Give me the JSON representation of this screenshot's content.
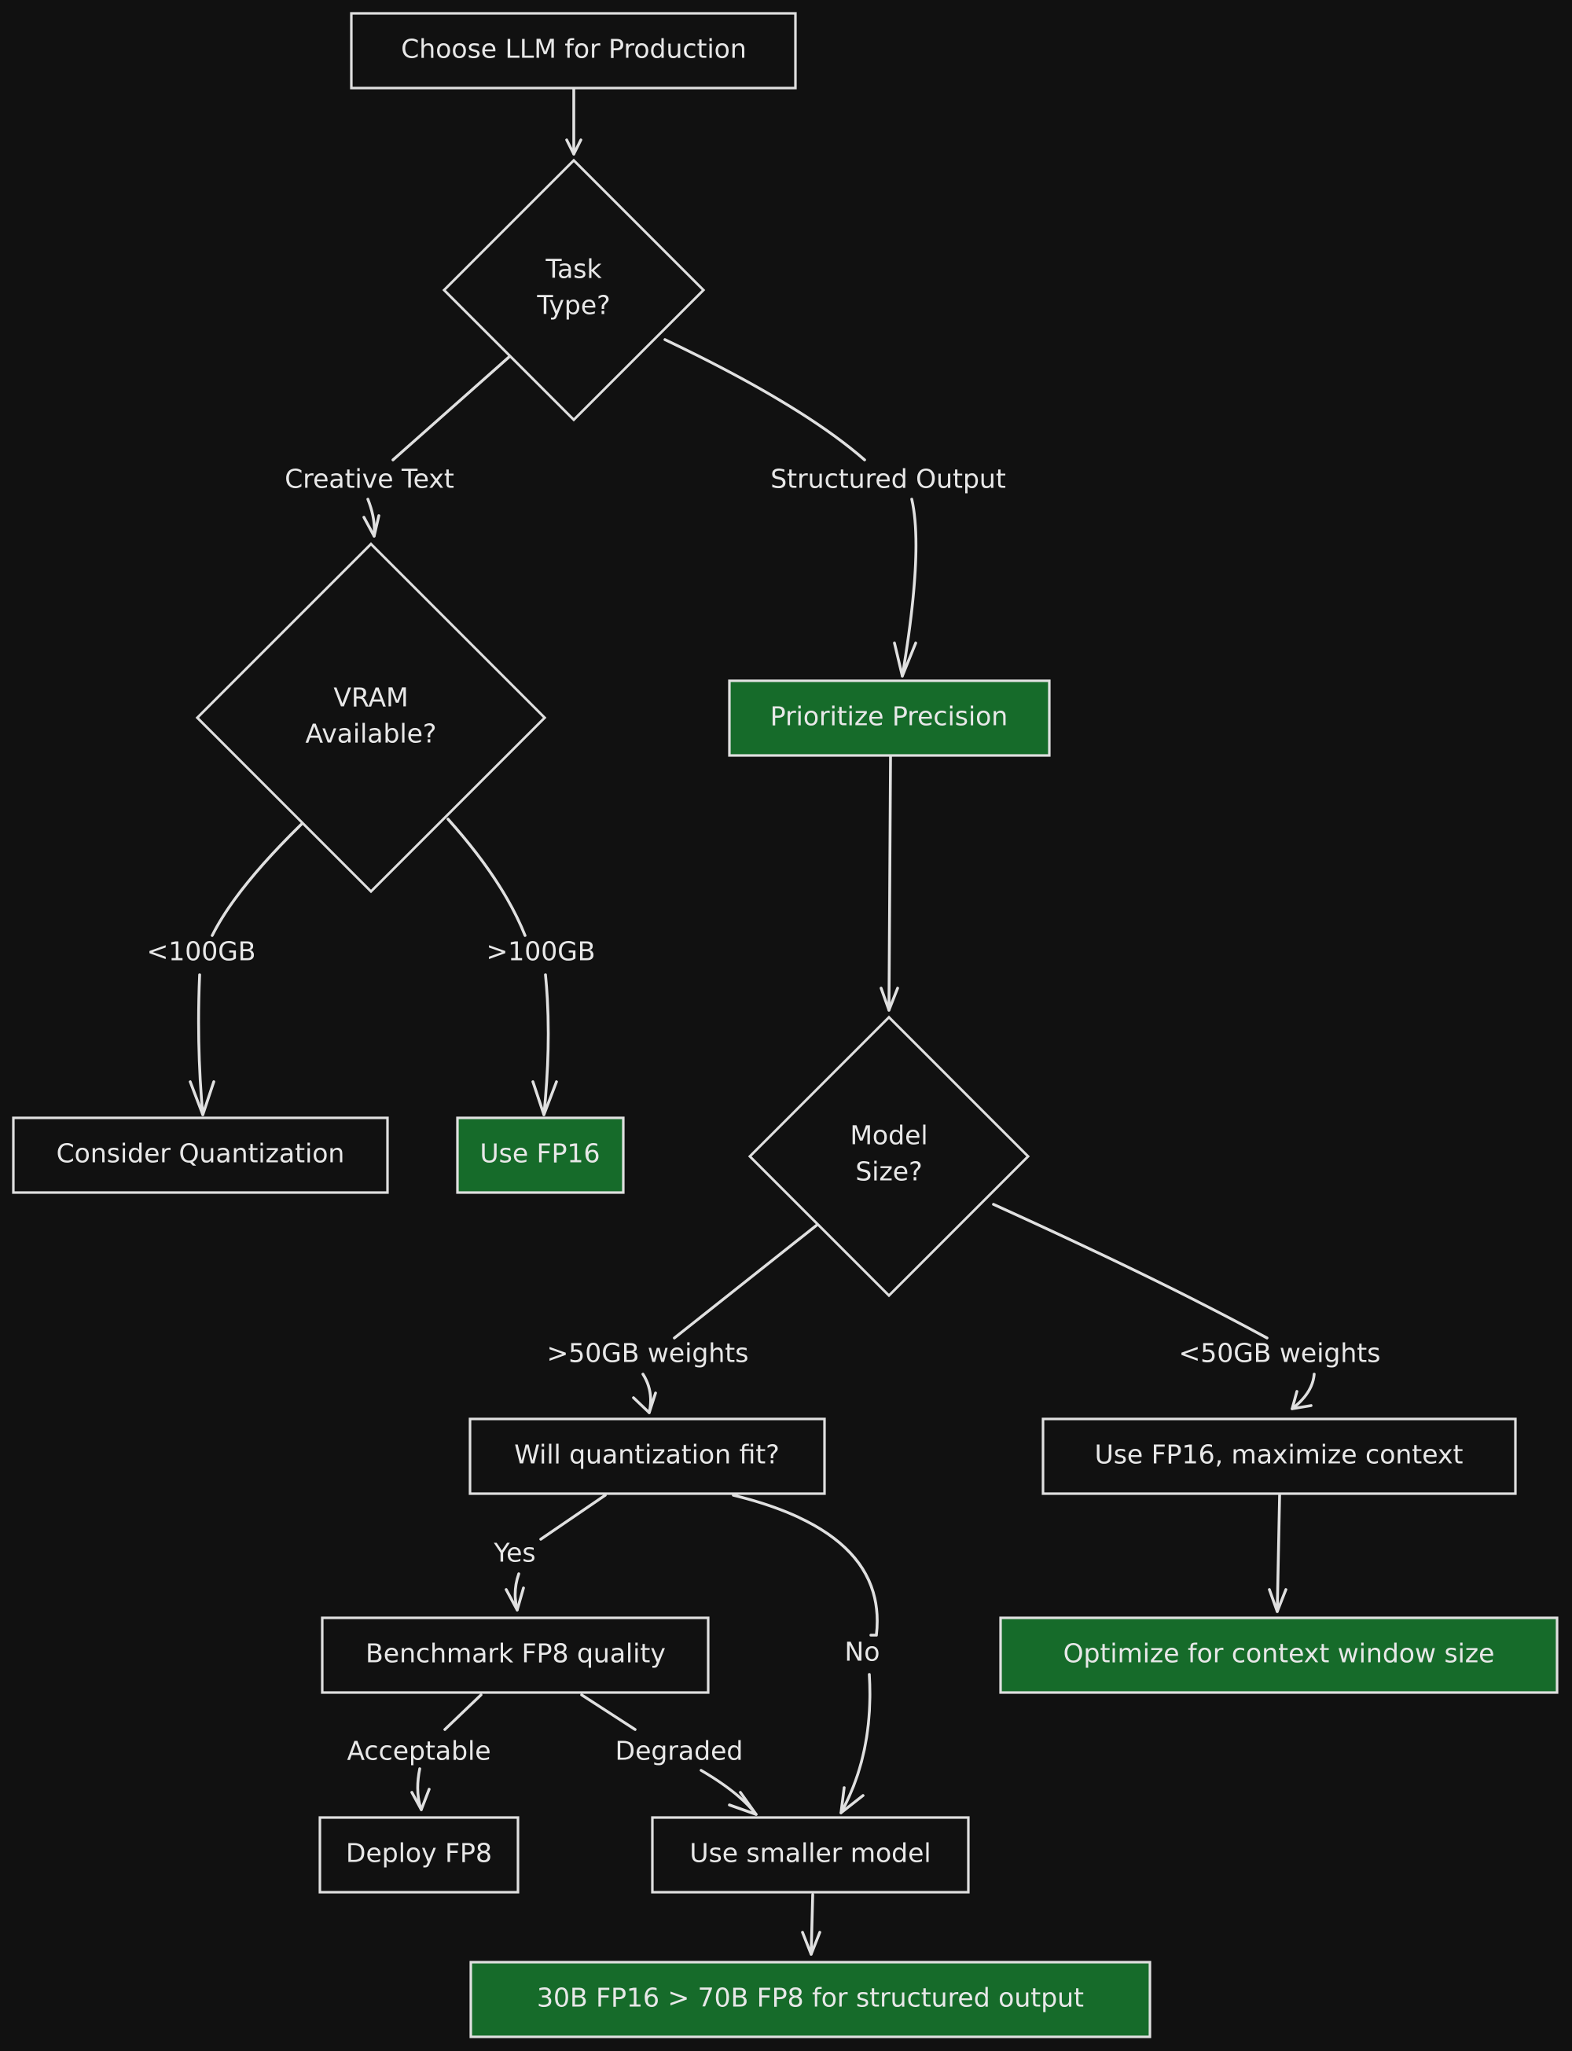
{
  "diagram": {
    "nodes": {
      "choose_llm": "Choose LLM for Production",
      "task_type": [
        "Task",
        "Type?"
      ],
      "vram": [
        "VRAM",
        "Available?"
      ],
      "prioritize_precision": "Prioritize Precision",
      "consider_quantization": "Consider Quantization",
      "use_fp16": "Use FP16",
      "model_size": [
        "Model",
        "Size?"
      ],
      "will_quant_fit": "Will quantization fit?",
      "use_fp16_max_context": "Use FP16, maximize context",
      "benchmark_fp8": "Benchmark FP8 quality",
      "optimize_context": "Optimize for context window size",
      "deploy_fp8": "Deploy FP8",
      "use_smaller_model": "Use smaller model",
      "final_30b": "30B FP16 > 70B FP8 for structured output"
    },
    "edge_labels": {
      "creative_text": "Creative Text",
      "structured_output": "Structured Output",
      "lt_100gb": "<100GB",
      "gt_100gb": ">100GB",
      "gt_50gb_weights": ">50GB weights",
      "lt_50gb_weights": "<50GB weights",
      "yes": "Yes",
      "no": "No",
      "acceptable": "Acceptable",
      "degraded": "Degraded"
    },
    "colors": {
      "background": "#111111",
      "stroke": "#e0e0e0",
      "highlight_fill": "#166b2a",
      "text": "#e8e8e8"
    }
  }
}
